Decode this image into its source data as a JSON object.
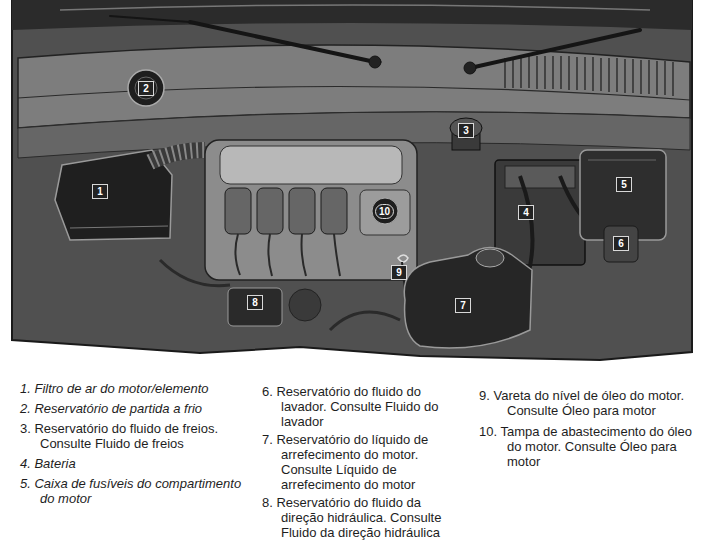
{
  "diagram": {
    "labels": [
      "1",
      "2",
      "3",
      "4",
      "5",
      "6",
      "7",
      "8",
      "9",
      "10",
      "1. Filtro de ar do motor/elemento",
      "2. Reservatório de partida a frio",
      "3. Reservatório do fluido de freios. Consulte Fluido de freios",
      "4. Bateria",
      "5. Caixa de fusíveis do compartimento do motor",
      "6. Reservatório do fluido do lavador. Consulte Fluido do lavador",
      "7. Reservatório do líquido de arrefecimento do motor. Consulte Líquido de arrefecimento do motor",
      "8. Reservatório do fluido da direção hidráulica. Consulte Fluido da direção hidráulica",
      "9. Vareta do nível de óleo do motor. Consulte Óleo para motor",
      "10. Tampa de abastecimento do óleo do motor. Consulte Óleo para motor"
    ]
  }
}
